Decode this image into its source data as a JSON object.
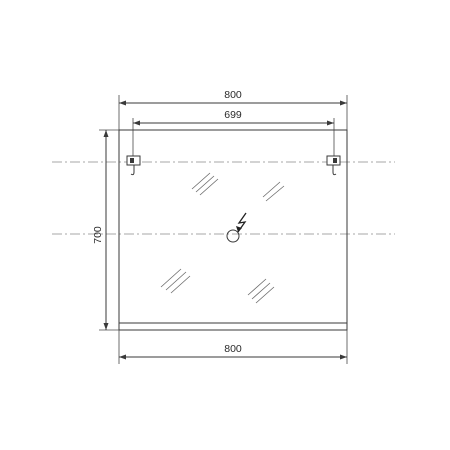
{
  "dimensions": {
    "top_width": "800",
    "mount_spacing": "699",
    "height": "700",
    "bottom_width": "800"
  },
  "colors": {
    "line": "#3a3a3a",
    "centerline": "#8a8a8a",
    "background": "#ffffff"
  },
  "icons": {
    "power": "lightning-bolt-icon"
  }
}
